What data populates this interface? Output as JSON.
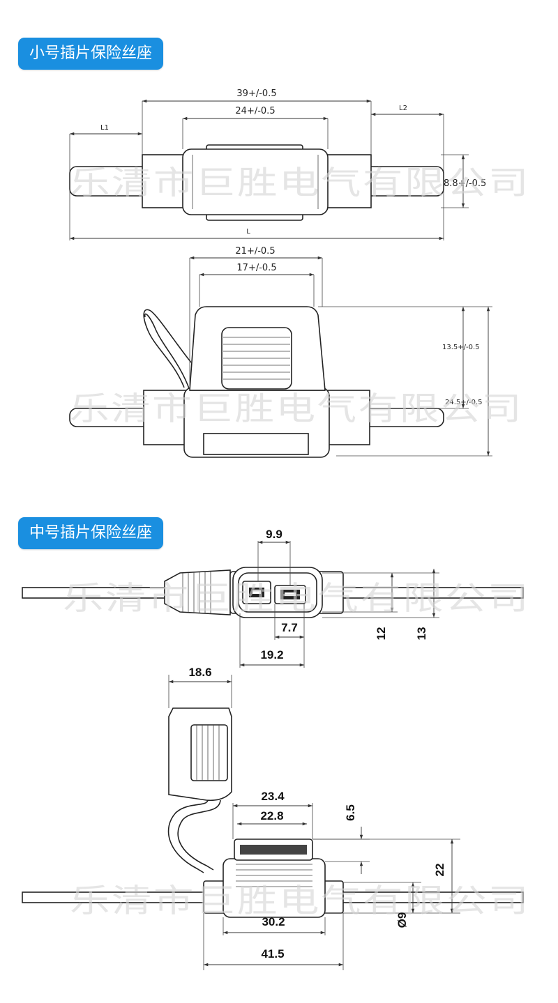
{
  "sections": {
    "small": {
      "title": "小号插片保险丝座"
    },
    "medium": {
      "title": "中号插片保险丝座"
    }
  },
  "watermark": "乐清市巨胜电气有限公司",
  "small_dims": {
    "overall_39": "39+/-0.5",
    "inner_24": "24+/-0.5",
    "l1": "L1",
    "l2": "L2",
    "l": "L",
    "height_88": "8.8+/-0.5",
    "top_21": "21+/-0.5",
    "top_17": "17+/-0.5",
    "h_135": "13.5+/-0.5",
    "h_245": "24.5+/-0.5"
  },
  "medium_dims": {
    "d_99": "9.9",
    "d_77": "7.7",
    "d_192": "19.2",
    "d_12": "12",
    "d_13": "13",
    "d_186": "18.6",
    "d_234": "23.4",
    "d_228": "22.8",
    "d_65": "6.5",
    "d_22": "22",
    "d_9": "Ø9",
    "d_302": "30.2",
    "d_415": "41.5"
  },
  "colors": {
    "badge": "#1a8fe0",
    "line": "#222222",
    "watermark": "#d4d4d4"
  }
}
